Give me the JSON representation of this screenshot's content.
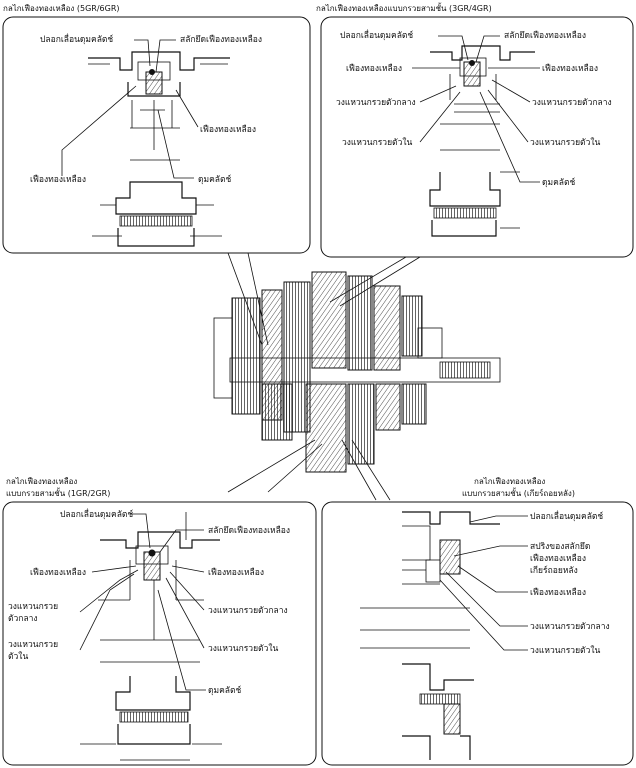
{
  "panels": {
    "p1": {
      "caption": "กลไกเฟืองทองเหลือง (5GR/6GR)",
      "labels": [
        "ปลอกเลื่อนดุมคลัตช์",
        "สลักยึดเฟืองทองเหลือง",
        "เฟืองทองเหลือง",
        "เฟืองทองเหลือง",
        "ดุมคลัตช์"
      ]
    },
    "p2": {
      "caption": "กลไกเฟืองทองเหลืองแบบกรวยสามชั้น (3GR/4GR)",
      "labels": [
        "ปลอกเลื่อนดุมคลัตช์",
        "สลักยึดเฟืองทองเหลือง",
        "เฟืองทองเหลือง",
        "เฟืองทองเหลือง",
        "วงแหวนกรวยตัวกลาง",
        "วงแหวนกรวยตัวกลาง",
        "วงแหวนกรวยตัวใน",
        "วงแหวนกรวยตัวใน",
        "ดุมคลัตช์"
      ]
    },
    "p3": {
      "caption_line1": "กลไกเฟืองทองเหลือง",
      "caption_line2": "แบบกรวยสามชั้น (1GR/2GR)",
      "labels": [
        "ปลอกเลื่อนดุมคลัตช์",
        "สลักยึดเฟืองทองเหลือง",
        "เฟืองทองเหลือง",
        "เฟืองทองเหลือง",
        "วงแหวนกรวย",
        "ตัวกลาง",
        "วงแหวนกรวยตัวกลาง",
        "วงแหวนกรวย",
        "ตัวใน",
        "วงแหวนกรวยตัวใน",
        "ดุมคลัตช์"
      ]
    },
    "p4": {
      "caption_line1": "กลไกเฟืองทองเหลือง",
      "caption_line2": "แบบกรวยสามชั้น (เกียร์ถอยหลัง)",
      "labels": [
        "ปลอกเลื่อนดุมคลัตช์",
        "สปริงของสลักยึด",
        "เฟืองทองเหลือง",
        "เกียร์ถอยหลัง",
        "เฟืองทองเหลือง",
        "วงแหวนกรวยตัวกลาง",
        "วงแหวนกรวยตัวใน"
      ]
    }
  }
}
